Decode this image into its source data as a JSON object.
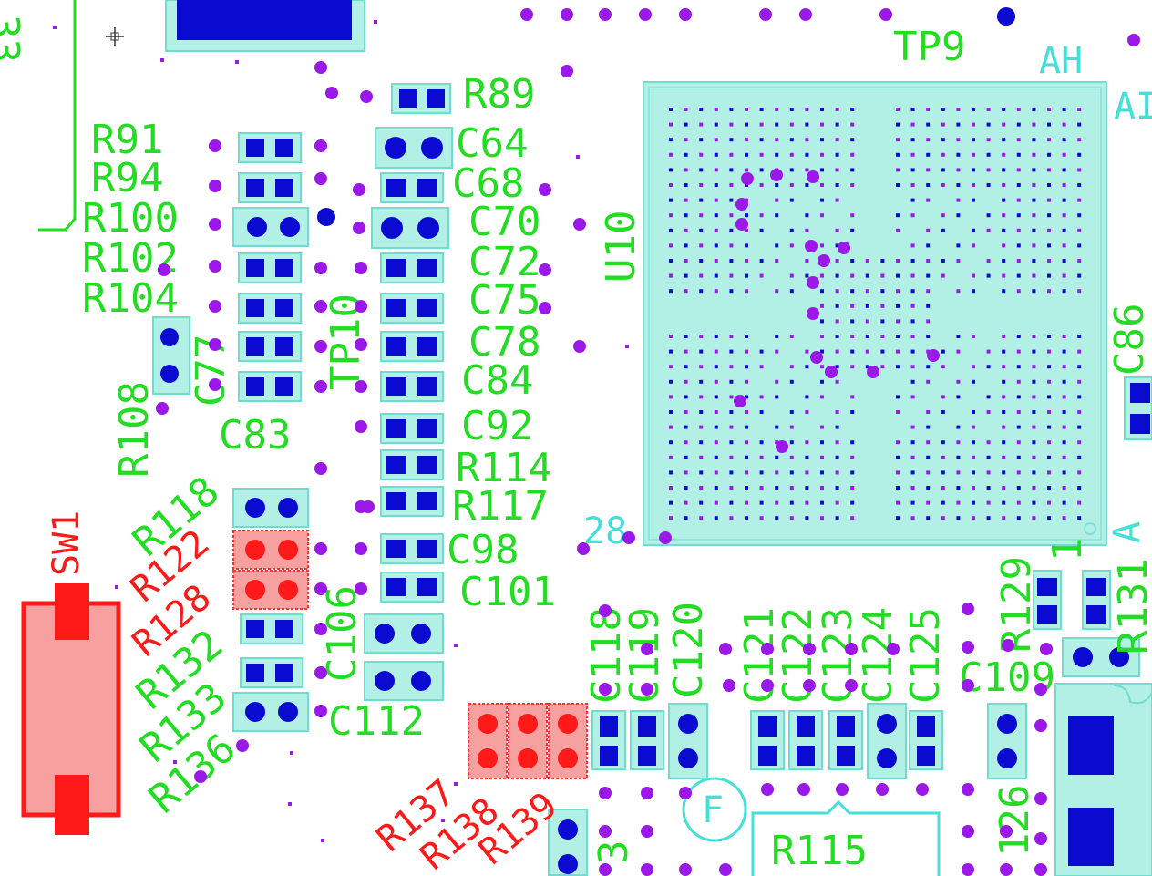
{
  "view": {
    "title": "PCB layout view",
    "colors": {
      "background": "#ffffff",
      "silkscreen": "#22dd22",
      "selected": "#ff1a1a",
      "courtyard": "#44e0d8",
      "pad": "#0a0ad0",
      "via": "#9b19e8",
      "body": "#b2f0e6"
    }
  },
  "chip": {
    "ref": "U10",
    "pin_a1": "A",
    "pin_last": "28",
    "row_top": "AH",
    "row_top2": "AI"
  },
  "labels": {
    "tp9": "TP9",
    "tp10": "TP10",
    "r89": "R89",
    "c64": "C64",
    "c68": "C68",
    "c70": "C70",
    "c72": "C72",
    "c75": "C75",
    "c78": "C78",
    "c84": "C84",
    "c92": "C92",
    "r114": "R114",
    "r117": "R117",
    "c98": "C98",
    "c101": "C101",
    "r91": "R91",
    "r94": "R94",
    "r100": "R100",
    "r102": "R102",
    "r104": "R104",
    "r108": "R108",
    "c77": "C77",
    "c83": "C83",
    "r118": "R118",
    "r122": "R122",
    "r128": "R128",
    "r132": "R132",
    "r133": "R133",
    "r136": "R136",
    "c106": "C106",
    "c112": "C112",
    "r137": "R137",
    "r138": "R138",
    "r139": "R139",
    "c118": "C118",
    "c119": "C119",
    "c120": "C120",
    "c121": "C121",
    "c122": "C122",
    "c123": "C123",
    "c124": "C124",
    "c125": "C125",
    "c109": "C109",
    "r129": "R129",
    "r131": "R131",
    "r115": "R115",
    "r126": "126",
    "sw1": "SW1",
    "c86": "C86",
    "fiducial": "F",
    "edge_digit": "3",
    "misc_one": "1"
  },
  "cursor": {
    "icon": "crosshair-cursor-icon"
  }
}
